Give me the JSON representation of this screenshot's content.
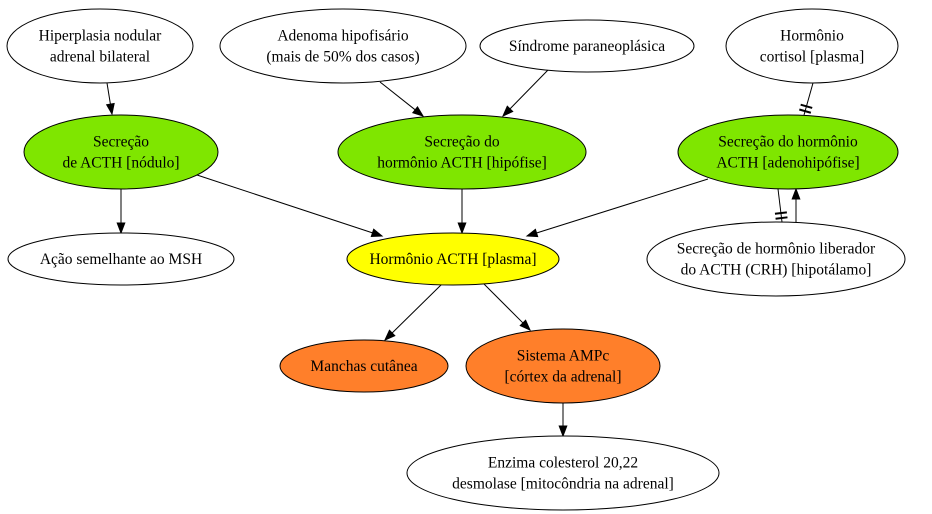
{
  "nodes": {
    "hiperplasia": {
      "lines": [
        "Hiperplasia nodular",
        "adrenal bilateral"
      ],
      "fill": "#ffffff"
    },
    "adenoma": {
      "lines": [
        "Adenoma hipofisário",
        "(mais de 50% dos casos)"
      ],
      "fill": "#ffffff"
    },
    "sindrome": {
      "lines": [
        "Síndrome paraneoplásica"
      ],
      "fill": "#ffffff"
    },
    "cortisol": {
      "lines": [
        "Hormônio",
        "cortisol [plasma]"
      ],
      "fill": "#ffffff"
    },
    "secrecao_nodulo": {
      "lines": [
        "Secreção",
        "de ACTH [nódulo]"
      ],
      "fill": "#7fe600"
    },
    "secrecao_hipofise": {
      "lines": [
        "Secreção do",
        "hormônio ACTH [hipófise]"
      ],
      "fill": "#7fe600"
    },
    "secrecao_adenohipofise": {
      "lines": [
        "Secreção do hormônio",
        "ACTH [adenohipófise]"
      ],
      "fill": "#7fe600"
    },
    "acao_msh": {
      "lines": [
        "Ação semelhante ao MSH"
      ],
      "fill": "#ffffff"
    },
    "acth_plasma": {
      "lines": [
        "Hormônio ACTH [plasma]"
      ],
      "fill": "#ffff00"
    },
    "crh": {
      "lines": [
        "Secreção de hormônio liberador",
        "do ACTH (CRH) [hipotálamo]"
      ],
      "fill": "#ffffff"
    },
    "manchas": {
      "lines": [
        "Manchas cutânea"
      ],
      "fill": "#ff7f2a"
    },
    "ampc": {
      "lines": [
        "Sistema AMPc",
        "[córtex da adrenal]"
      ],
      "fill": "#ff7f2a"
    },
    "enzima": {
      "lines": [
        "Enzima colesterol 20,22",
        "desmolase [mitocôndria na adrenal]"
      ],
      "fill": "#ffffff"
    }
  },
  "edges": [
    {
      "from": "hiperplasia",
      "to": "secrecao_nodulo",
      "type": "activates"
    },
    {
      "from": "adenoma",
      "to": "secrecao_hipofise",
      "type": "activates"
    },
    {
      "from": "sindrome",
      "to": "secrecao_hipofise",
      "type": "activates"
    },
    {
      "from": "cortisol",
      "to": "secrecao_adenohipofise",
      "type": "inhibits"
    },
    {
      "from": "secrecao_nodulo",
      "to": "acao_msh",
      "type": "activates"
    },
    {
      "from": "secrecao_nodulo",
      "to": "acth_plasma",
      "type": "activates"
    },
    {
      "from": "secrecao_hipofise",
      "to": "acth_plasma",
      "type": "activates"
    },
    {
      "from": "secrecao_adenohipofise",
      "to": "acth_plasma",
      "type": "activates"
    },
    {
      "from": "secrecao_adenohipofise",
      "to": "crh",
      "type": "inhibits"
    },
    {
      "from": "crh",
      "to": "secrecao_adenohipofise",
      "type": "activates"
    },
    {
      "from": "acth_plasma",
      "to": "manchas",
      "type": "activates"
    },
    {
      "from": "acth_plasma",
      "to": "ampc",
      "type": "activates"
    },
    {
      "from": "ampc",
      "to": "enzima",
      "type": "activates"
    }
  ]
}
